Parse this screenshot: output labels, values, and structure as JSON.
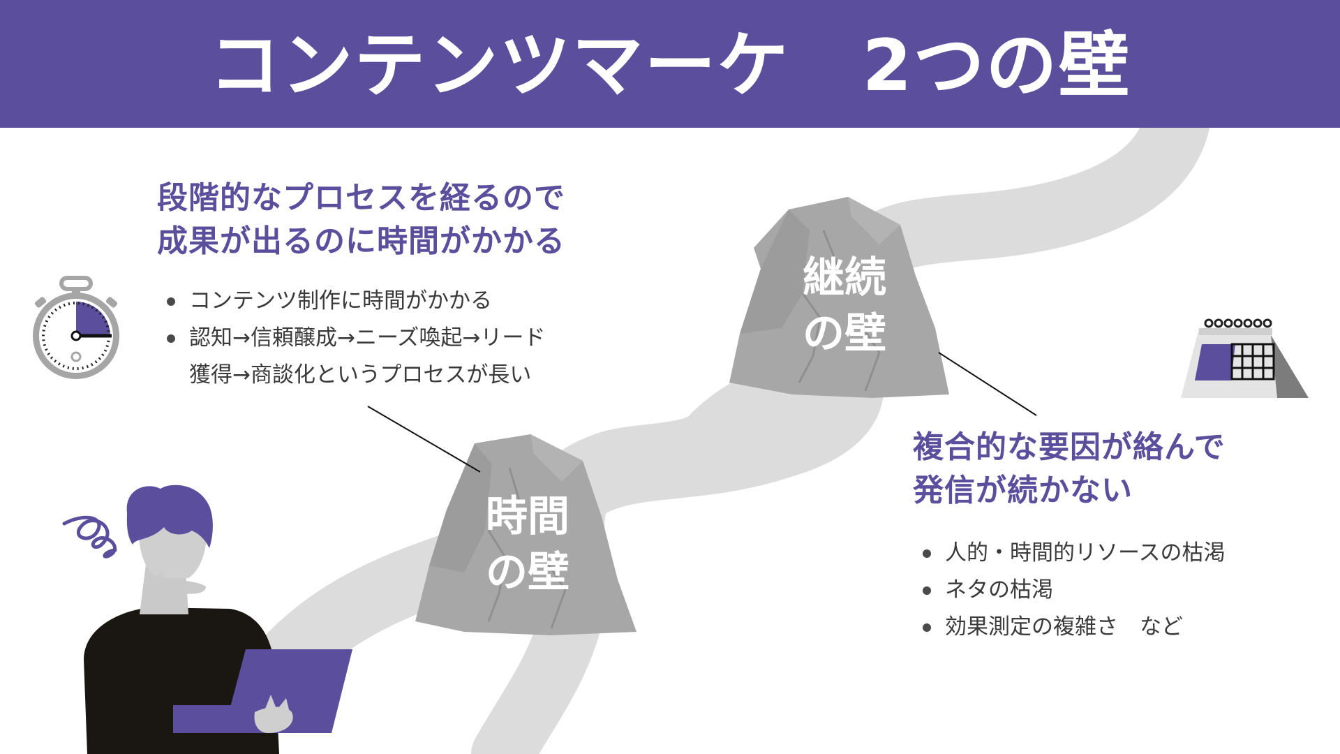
{
  "title": "コンテンツマーケ　2つの壁",
  "left_block": {
    "heading_lines": [
      "段階的なプロセスを経るので",
      "成果が出るのに時間がかかる"
    ],
    "bullets": [
      {
        "line1": "コンテンツ制作に時間がかかる",
        "line2": ""
      },
      {
        "line1": "認知→信頼醸成→ニーズ喚起→リード",
        "line2": "獲得→商談化というプロセスが長い"
      }
    ]
  },
  "right_block": {
    "heading_lines": [
      "複合的な要因が絡んで",
      "発信が続かない"
    ],
    "bullets": [
      "人的・時間的リソースの枯渇",
      "ネタの枯渇",
      "効果測定の複雑さ　など"
    ]
  },
  "rocks": {
    "time": {
      "line1": "時間",
      "line2": "の壁"
    },
    "continuity": {
      "line1": "継続",
      "line2": "の壁"
    }
  },
  "icons": [
    "stopwatch-icon",
    "calendar-icon",
    "confused-person-with-laptop",
    "squiggle-icon"
  ],
  "colors": {
    "accent": "#5a4e9d",
    "path": "#dcdcdc",
    "rock": "#a7a7a7",
    "text": "#3a3a3a"
  }
}
